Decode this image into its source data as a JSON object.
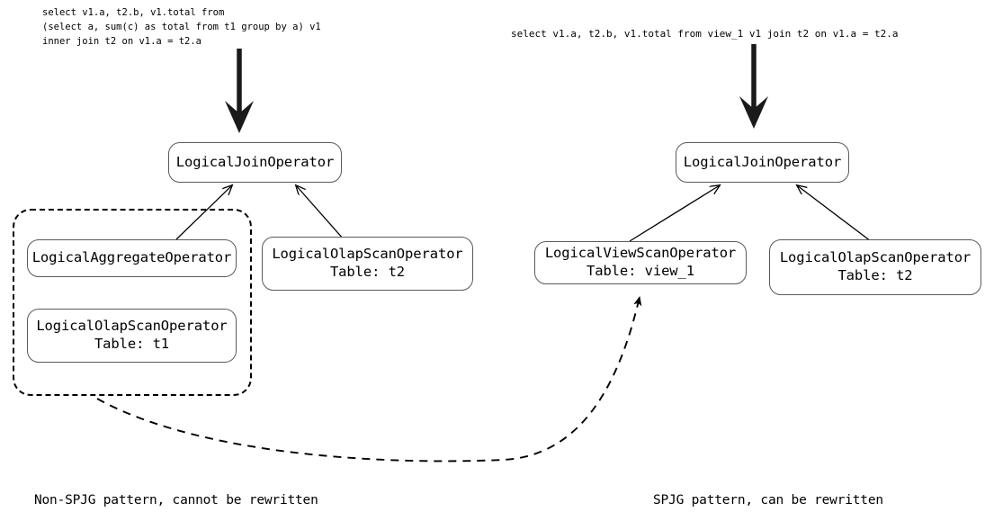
{
  "diagram": {
    "title_left": "Non-SPJG pattern, cannot be rewritten",
    "title_right": "SPJG pattern, can be rewritten",
    "colors": {
      "node_border": "#5a5a5a",
      "edge": "#000000",
      "group_border": "#000000",
      "background": "#ffffff"
    }
  },
  "left_panel": {
    "query": "select v1.a, t2.b, v1.total from\n(select a, sum(c) as total from t1 group by a) v1\ninner join t2 on v1.a = t2.a",
    "nodes": {
      "join": {
        "label": "LogicalJoinOperator"
      },
      "aggregate": {
        "label": "LogicalAggregateOperator"
      },
      "scan_t1": {
        "label": "LogicalOlapScanOperator",
        "detail": "Table: t1"
      },
      "scan_t2": {
        "label": "LogicalOlapScanOperator",
        "detail": "Table: t2"
      }
    },
    "group_label": "non-spjg-subtree-group",
    "caption": "Non-SPJG pattern, cannot be rewritten"
  },
  "right_panel": {
    "query": "select v1.a, t2.b, v1.total from view_1 v1 join t2 on v1.a = t2.a",
    "nodes": {
      "join": {
        "label": "LogicalJoinOperator"
      },
      "view_scan": {
        "label": "LogicalViewScanOperator",
        "detail": "Table: view_1"
      },
      "scan_t2": {
        "label": "LogicalOlapScanOperator",
        "detail": "Table: t2"
      }
    },
    "caption": "SPJG pattern, can be rewritten"
  },
  "edges": {
    "left_query_to_join": "thick-down-arrow",
    "right_query_to_join": "thick-down-arrow",
    "rewrite_link": "dashed-curved-arrow"
  }
}
